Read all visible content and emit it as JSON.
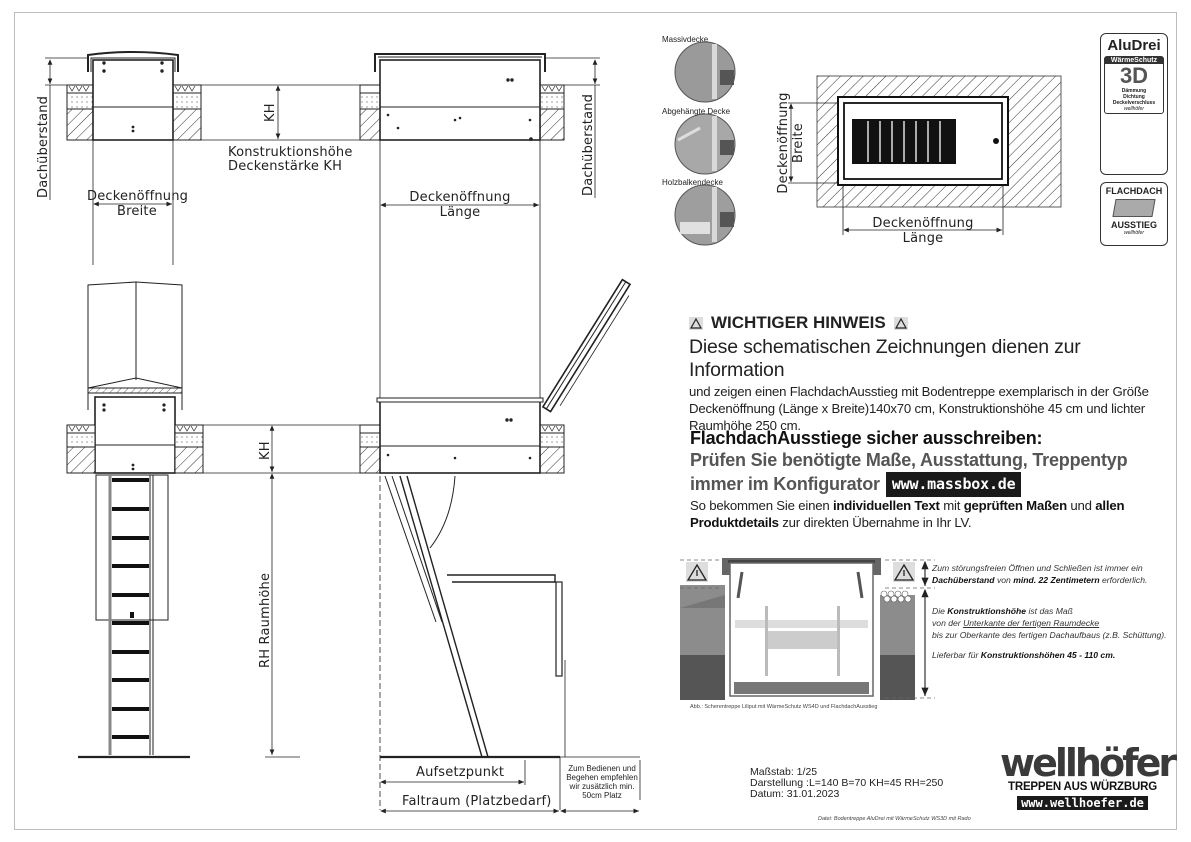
{
  "drawing": {
    "labels": {
      "dachueberstand_left": "Dachüberstand",
      "dachueberstand_right": "Dachüberstand",
      "kh_top": "KH",
      "kh_bottom": "KH",
      "konstruktionshoehe_line1": "Konstruktionshöhe",
      "konstruktionshoehe_line2": "Deckenstärke  KH",
      "breite_line1": "Deckenöffnung",
      "breite_line2": "Breite",
      "laenge_line1": "Deckenöffnung",
      "laenge_line2": "Länge",
      "rh_raumhoehe": "RH  Raumhöhe",
      "aufsetzpunkt": "Aufsetzpunkt",
      "faltraum": "Faltraum (Platzbedarf)",
      "bedienen_note": [
        "Zum Bedienen und",
        "Begehen empfehlen",
        "wir zusätzlich min.",
        "50cm Platz"
      ]
    }
  },
  "ceiling_types": [
    {
      "label": "Massivdecke"
    },
    {
      "label": "Abgehängte Decke"
    },
    {
      "label": "Holzbalkendecke"
    }
  ],
  "plan_view": {
    "breite_line1": "Deckenöffnung",
    "breite_line2": "Breite",
    "laenge_line1": "Deckenöffnung",
    "laenge_line2": "Länge"
  },
  "badges": {
    "alu_drei": {
      "title": "AluDrei",
      "subtitle": "WärmeSchutz",
      "mark": "3D",
      "features": [
        "Dämmung",
        "Dichtung",
        "Deckelverschluss"
      ],
      "signature": "wellhöfer"
    },
    "flachdach": {
      "top": "FLACHDACH",
      "bottom": "AUSSTIEG",
      "signature": "wellhöfer"
    }
  },
  "notice": {
    "title": "WICHTIGER HINWEIS",
    "lead": "Diese schematischen Zeichnungen dienen zur Information",
    "body_1": "und zeigen einen FlachdachAusstieg mit Bodentreppe exemplarisch in der Größe",
    "body_2": "Deckenöffnung (Länge x Breite)140x70 cm, Konstruktionshöhe 45 cm und lichter",
    "body_3": "Raumhöhe 250 cm."
  },
  "spec": {
    "heading": "FlachdachAusstiege sicher ausschreiben:",
    "sub_1": "Prüfen Sie benötigte Maße, Ausstattung, Treppentyp",
    "sub_2": "immer im Konfigurator",
    "url": "www.massbox.de",
    "body_a": "So bekommen Sie einen ",
    "body_b": "individuellen Text",
    "body_c": " mit ",
    "body_d": "geprüften Maßen",
    "body_e": " und ",
    "body_f": "allen",
    "body_g": "Produktdetails",
    "body_h": " zur direkten Übernahme in Ihr LV."
  },
  "illustration": {
    "note_1a": "Zum störungsfreien Öffnen und Schließen ist immer ein",
    "note_1b": "Dachüberstand",
    "note_1c": " von ",
    "note_1d": "mind. 22 Zentimetern",
    "note_1e": " erforderlich.",
    "note_2a": "Die ",
    "note_2b": "Konstruktionshöhe",
    "note_2c": " ist das Maß",
    "note_2d": "von der ",
    "note_2e": "Unterkante der fertigen Raumdecke",
    "note_2f": "bis zur Oberkante des fertigen Dachaufbaus (z.B. Schüttung).",
    "note_3a": "Lieferbar für ",
    "note_3b": "Konstruktionshöhen 45 - 110 cm.",
    "caption": "Abb.: Scherentreppe Liliput mit WärmeSchutz WS4D und FlachdachAusstieg"
  },
  "meta": {
    "scale": "Maßstab: 1/25",
    "display": "Darstellung :L=140 B=70 KH=45 RH=250",
    "date": "Datum: 31.01.2023",
    "file": "Datei: Bodentreppe AluDrei mit WärmeSchutz WS3D mit Rado"
  },
  "brand": {
    "name": "wellhöfer",
    "tagline": "TREPPEN AUS WÜRZBURG",
    "url": "www.wellhoefer.de"
  },
  "colors": {
    "line": "#1a1a1a",
    "hatch": "#333333",
    "accent_dark": "#1a1a1a",
    "muted_text": "#555555"
  }
}
